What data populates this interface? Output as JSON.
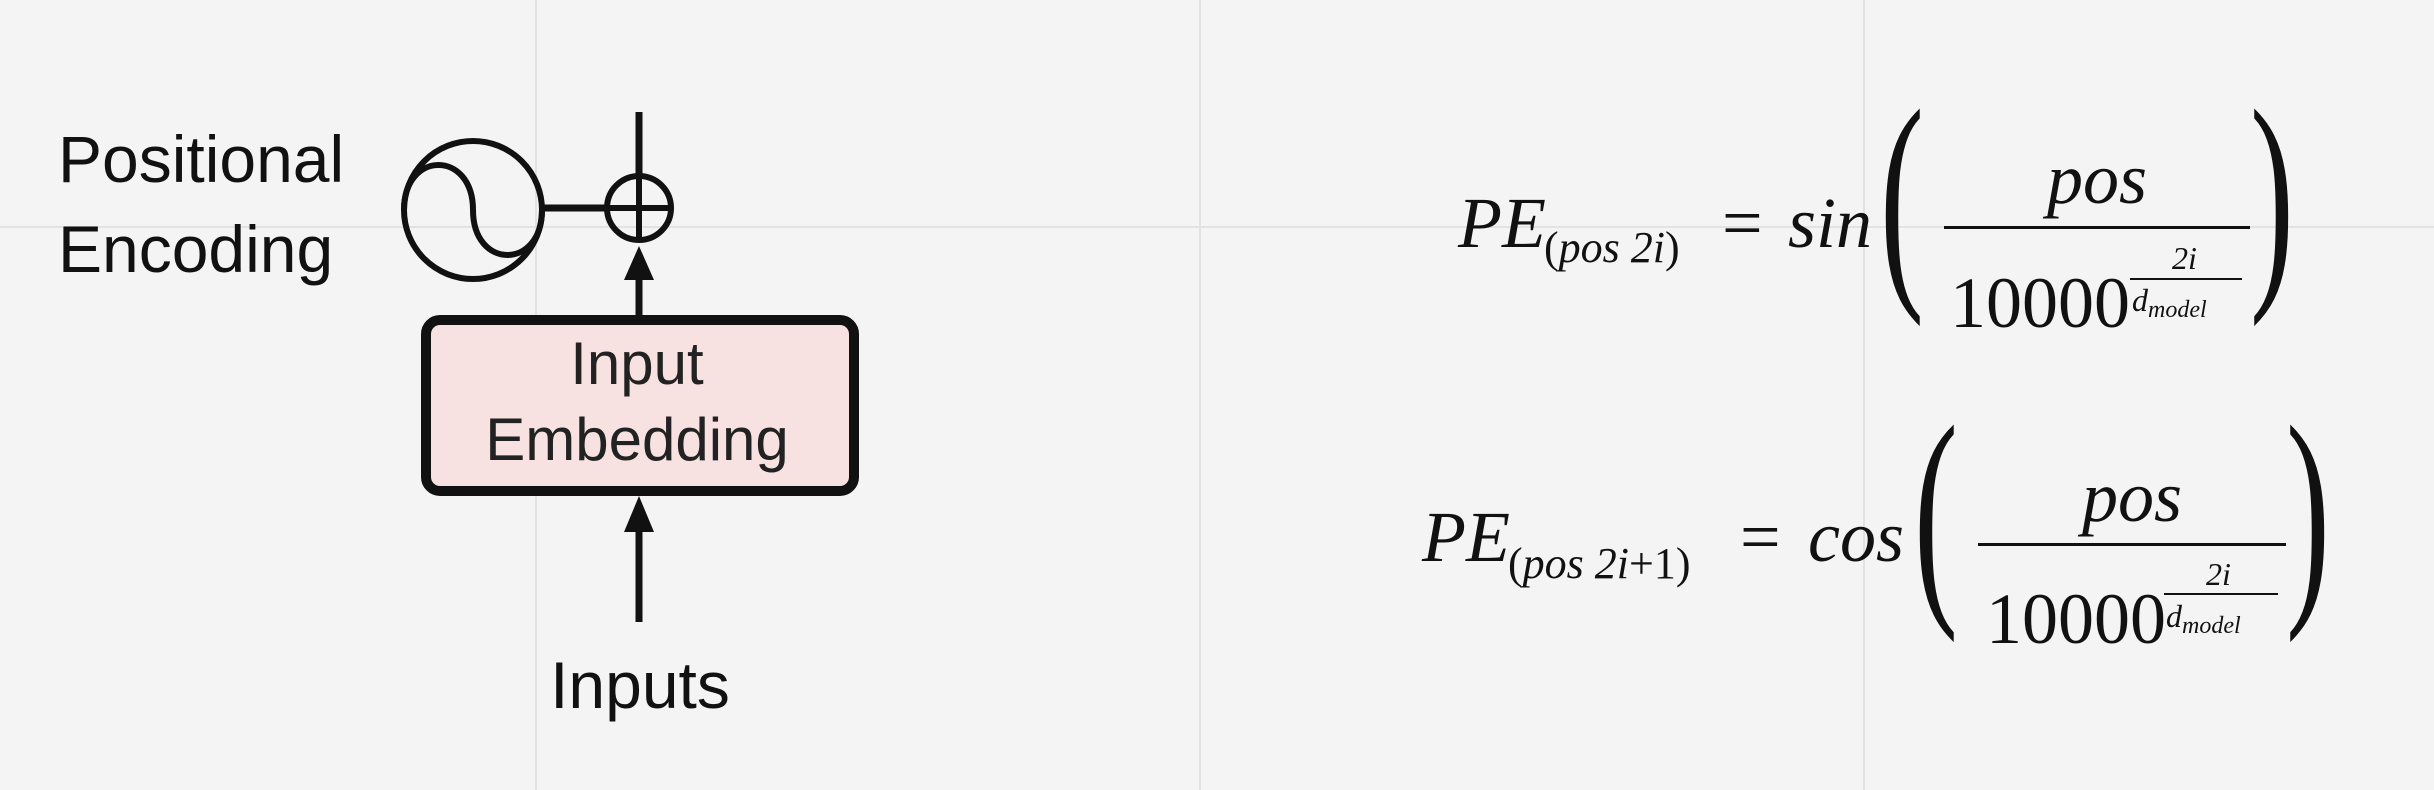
{
  "diagram": {
    "positional_label": [
      "Positional",
      "Encoding"
    ],
    "embedding_label": [
      "Input",
      "Embedding"
    ],
    "inputs_label": "Inputs",
    "colors": {
      "box_fill": "#f7e1e1",
      "stroke": "#111111",
      "background": "#f4f4f4"
    }
  },
  "equations": [
    {
      "lhs": "PE",
      "sub_pos": "pos",
      "sub_index": "2i",
      "sub_plus": "",
      "func": "sin",
      "numerator": "pos",
      "base": "10000",
      "exp_num": "2i",
      "exp_den": "d",
      "exp_den_sub": "model"
    },
    {
      "lhs": "PE",
      "sub_pos": "pos",
      "sub_index": "2i",
      "sub_plus": "+1",
      "func": "cos",
      "numerator": "pos",
      "base": "10000",
      "exp_num": "2i",
      "exp_den": "d",
      "exp_den_sub": "model"
    }
  ]
}
